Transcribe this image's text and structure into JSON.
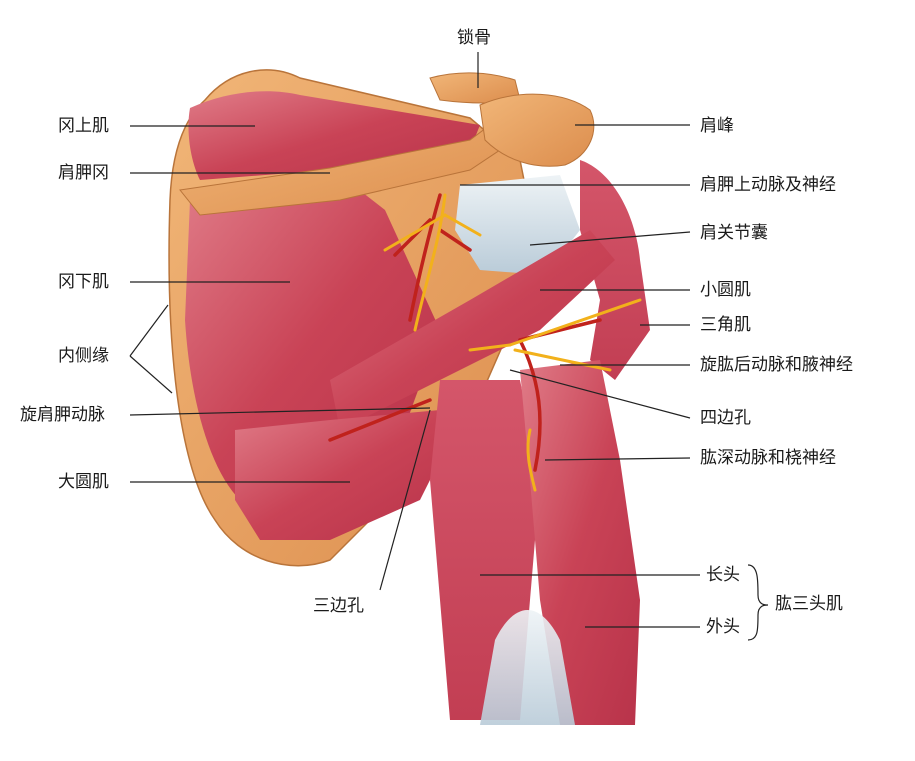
{
  "labels": {
    "clavicle": "锁骨",
    "acromion": "肩峰",
    "supraspinatus": "冈上肌",
    "spine_of_scapula": "肩胛冈",
    "suprascapular_a_n": "肩胛上动脉及神经",
    "joint_capsule": "肩关节囊",
    "infraspinatus": "冈下肌",
    "teres_minor": "小圆肌",
    "deltoid": "三角肌",
    "medial_border": "内侧缘",
    "post_circumflex": "旋肱后动脉和腋神经",
    "circumflex_scapular": "旋肩胛动脉",
    "quadrangular_space": "四边孔",
    "deep_brachial": "肱深动脉和桡神经",
    "teres_major": "大圆肌",
    "long_head": "长头",
    "triceps": "肱三头肌",
    "triangular_space": "三边孔",
    "lateral_head": "外头"
  },
  "colors": {
    "muscle": "#c9485a",
    "muscle_light": "#e37a86",
    "bone": "#e8a15e",
    "tendon": "#cfdde6",
    "artery": "#c0221c",
    "nerve": "#f2b11b",
    "leader": "#222222"
  }
}
